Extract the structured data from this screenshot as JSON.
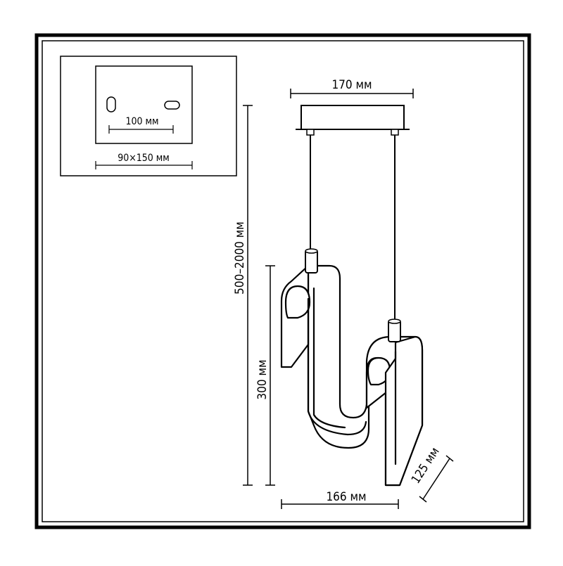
{
  "dimensions": {
    "canopy_width": "170 мм",
    "mount_spacing": "100 мм",
    "plate_size": "90×150 мм",
    "suspension_length": "500–2000 мм",
    "body_height": "300 мм",
    "body_width": "166 мм",
    "body_depth": "125 мм"
  }
}
